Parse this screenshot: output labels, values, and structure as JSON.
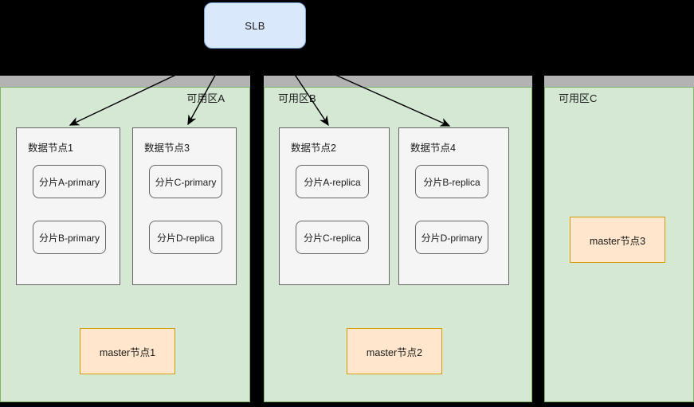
{
  "slb": {
    "label": "SLB"
  },
  "zones": [
    {
      "title": "可用区A",
      "title_align": "right",
      "nodes": [
        {
          "title": "数据节点1",
          "shards": [
            "分片A-primary",
            "分片B-primary"
          ]
        },
        {
          "title": "数据节点3",
          "shards": [
            "分片C-primary",
            "分片D-replica"
          ]
        }
      ],
      "master": "master节点1"
    },
    {
      "title": "可用区B",
      "title_align": "left",
      "nodes": [
        {
          "title": "数据节点2",
          "shards": [
            "分片A-replica",
            "分片C-replica"
          ]
        },
        {
          "title": "数据节点4",
          "shards": [
            "分片B-replica",
            "分片D-primary"
          ]
        }
      ],
      "master": "master节点2"
    },
    {
      "title": "可用区C",
      "title_align": "left",
      "nodes": [],
      "master": "master节点3"
    }
  ],
  "colors": {
    "zone_fill": "#d5e8d4",
    "zone_border": "#82b366",
    "zone_strip": "#b3b3b3",
    "slb_fill": "#dae8fc",
    "slb_border": "#7ea6d9",
    "node_fill": "#f5f5f5",
    "node_border": "#666666",
    "master_fill": "#ffe6cc",
    "master_border": "#d79b00",
    "arrow": "#000000",
    "background": "#000000"
  },
  "connections": [
    {
      "from": "slb",
      "to": "数据节点1"
    },
    {
      "from": "slb",
      "to": "数据节点3"
    },
    {
      "from": "slb",
      "to": "数据节点2"
    },
    {
      "from": "slb",
      "to": "数据节点4"
    }
  ]
}
